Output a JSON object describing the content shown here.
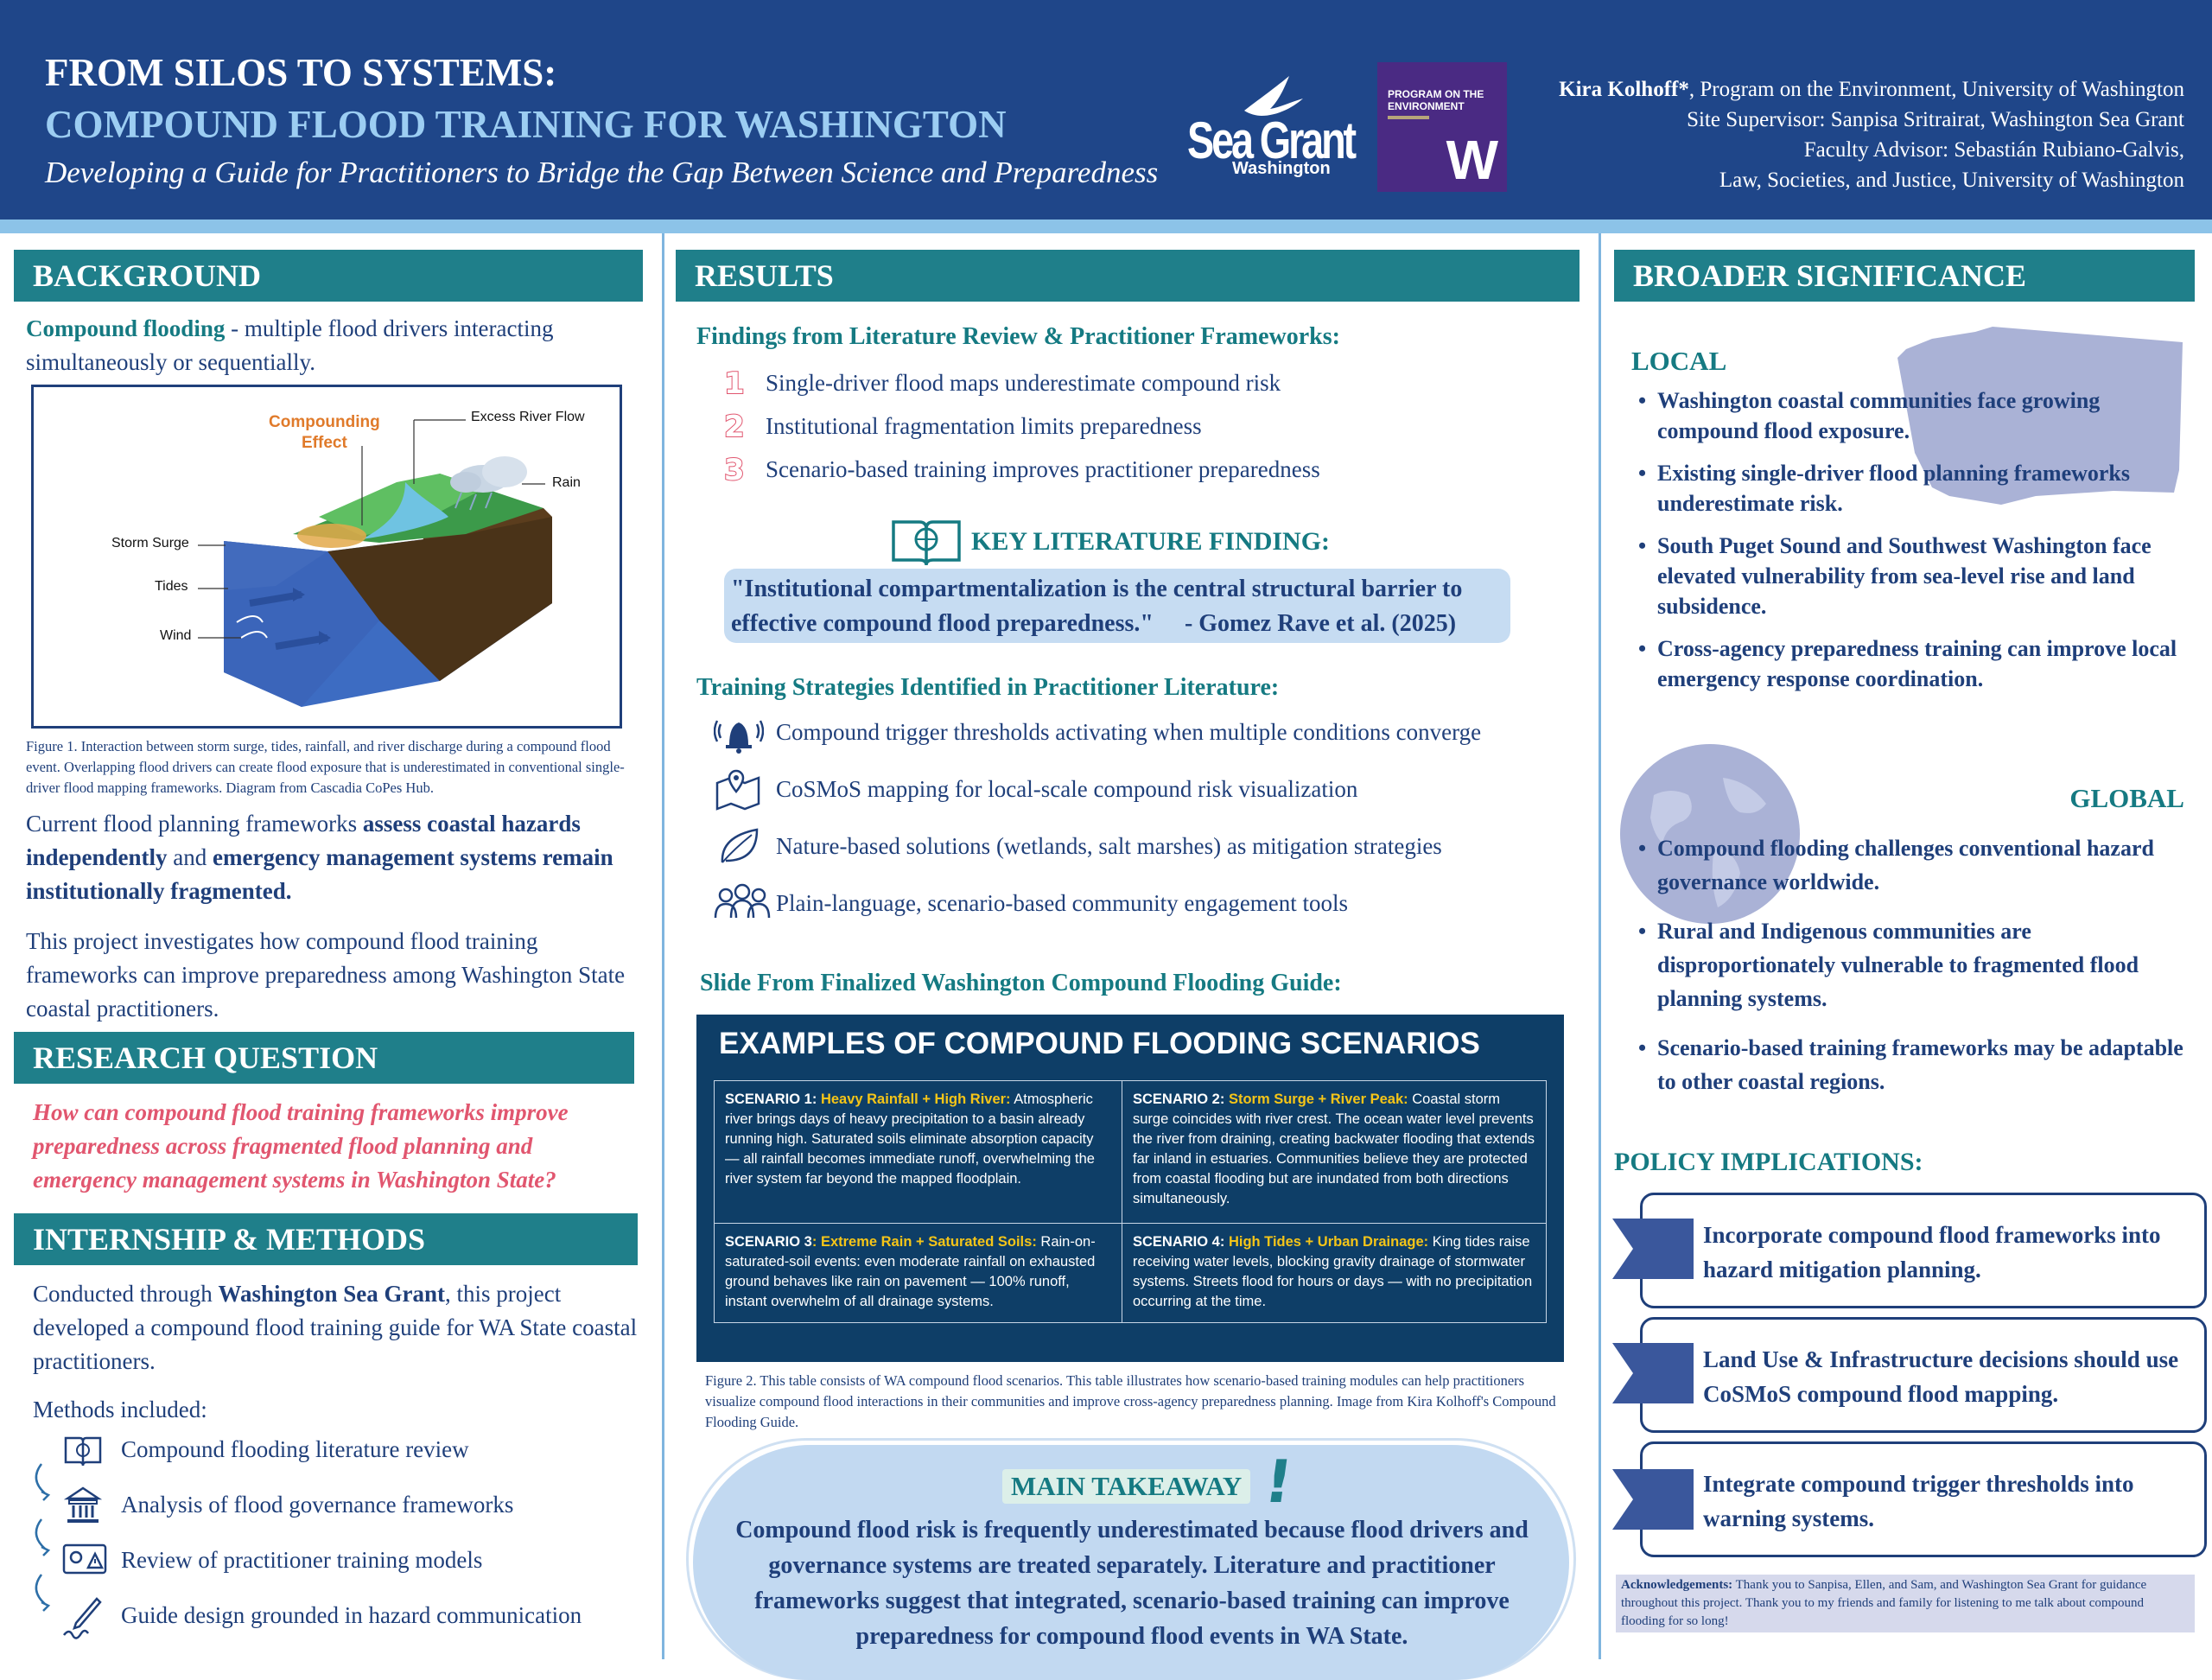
{
  "header": {
    "title_line1": "FROM SILOS TO SYSTEMS:",
    "title_line2": "COMPOUND FLOOD TRAINING FOR WASHINGTON",
    "subtitle": "Developing a Guide for Practitioners to Bridge the Gap Between Science and Preparedness",
    "author_name": "Kira Kolhoff*",
    "author_affil": ", Program on the Environment, University of Washington",
    "site_supervisor": "Site Supervisor: Sanpisa Sritrairat, Washington Sea Grant",
    "faculty_advisor": "Faculty Advisor: Sebastián Rubiano-Galvis,",
    "faculty_affil": "Law, Societies, and Justice, University of Washington",
    "seagrant_logo": "Sea Grant",
    "seagrant_sub": "Washington",
    "poe_logo": "PROGRAM ON THE ENVIRONMENT",
    "uw_logo": "W"
  },
  "background": {
    "heading": "BACKGROUND",
    "intro_bold": "Compound flooding",
    "intro_rest": " - multiple flood drivers interacting simultaneously or sequentially.",
    "diagram_labels": {
      "compounding": "Compounding",
      "effect": "Effect",
      "excess_river": "Excess River Flow",
      "rain": "Rain",
      "storm_surge": "Storm Surge",
      "tides": "Tides",
      "wind": "Wind"
    },
    "figure_caption": "Figure 1. Interaction between storm surge, tides, rainfall, and river discharge during a compound flood event. Overlapping flood drivers can create flood exposure that is underestimated in conventional single-driver flood mapping frameworks. Diagram from Cascadia CoPes Hub.",
    "para1_a": "Current flood planning frameworks ",
    "para1_b": "assess coastal hazards independently",
    "para1_c": " and ",
    "para1_d": "emergency management systems remain institutionally fragmented.",
    "para2": "This project investigates how compound flood training frameworks can improve preparedness among Washington State coastal practitioners."
  },
  "research_question": {
    "heading": "RESEARCH QUESTION",
    "text": "How can compound flood training frameworks improve preparedness across fragmented flood planning and emergency management systems in Washington State?"
  },
  "methods": {
    "heading": "INTERNSHIP & METHODS",
    "intro_a": "Conducted through ",
    "intro_b": "Washington Sea Grant",
    "intro_c": ", this project developed a compound flood training guide for WA State coastal practitioners.",
    "included": "Methods included:",
    "items": [
      "Compound flooding literature review",
      "Analysis of flood governance frameworks",
      "Review of practitioner training models",
      "Guide design grounded in hazard communication"
    ]
  },
  "results": {
    "heading": "RESULTS",
    "findings_heading": "Findings from Literature Review & Practitioner Frameworks:",
    "findings": [
      "Single-driver flood maps underestimate compound risk",
      "Institutional fragmentation limits preparedness",
      "Scenario-based training improves practitioner preparedness"
    ],
    "finding_numbers": [
      "1",
      "2",
      "3"
    ],
    "key_heading": "KEY LITERATURE FINDING:",
    "quote": "\"Institutional compartmentalization is the central structural barrier to effective compound flood preparedness.\"",
    "quote_source": "- Gomez Rave et al. (2025)",
    "strategies_heading": "Training Strategies Identified in Practitioner Literature:",
    "strategies": [
      "Compound trigger thresholds activating when multiple conditions converge",
      "CoSMoS mapping for local-scale compound risk visualization",
      "Nature-based solutions (wetlands, salt marshes) as mitigation strategies",
      "Plain-language, scenario-based community engagement tools"
    ],
    "slide_heading": "Slide From Finalized Washington Compound Flooding Guide:",
    "scenarios_title": "EXAMPLES OF COMPOUND FLOODING SCENARIOS",
    "scenarios": [
      {
        "label": "SCENARIO 1: ",
        "hl": "Heavy Rainfall + High River:",
        "text": " Atmospheric river brings days of heavy precipitation to a basin already running high. Saturated soils eliminate absorption capacity — all rainfall becomes immediate runoff, overwhelming the river system far beyond the mapped floodplain."
      },
      {
        "label": "SCENARIO 2: ",
        "hl": "Storm Surge + River Peak:",
        "text": " Coastal storm surge coincides with river crest. The ocean water level prevents the river from draining, creating backwater flooding that extends far inland in estuaries. Communities believe they are protected from coastal flooding but are inundated from both directions simultaneously."
      },
      {
        "label": "SCENARIO 3",
        "hl": ": Extreme Rain + Saturated Soils:",
        "text": " Rain-on-saturated-soil events: even moderate rainfall on exhausted ground behaves like rain on pavement — 100% runoff, instant overwhelm of all drainage systems."
      },
      {
        "label": "SCENARIO 4:  ",
        "hl": "High Tides + Urban Drainage:",
        "text": " King tides raise receiving water levels, blocking gravity drainage of stormwater systems. Streets flood for hours or days — with no precipitation occurring at the time."
      }
    ],
    "figure2_caption": "Figure 2. This table consists of WA compound flood scenarios. This table illustrates how scenario-based training modules can help practitioners visualize compound flood interactions in their communities and improve cross-agency preparedness planning. Image from Kira Kolhoff's Compound Flooding Guide.",
    "takeaway_heading": "MAIN TAKEAWAY",
    "takeaway_mark": "!",
    "takeaway_text": "Compound flood risk is frequently underestimated because flood drivers and governance systems are treated separately. Literature and practitioner frameworks suggest that integrated, scenario-based training can improve preparedness for compound flood events in WA State."
  },
  "significance": {
    "heading": "BROADER SIGNIFICANCE",
    "local_label": "LOCAL",
    "local_items": [
      "Washington coastal communities face growing compound flood exposure.",
      "Existing single-driver flood planning frameworks underestimate risk.",
      "South Puget Sound and Southwest Washington face elevated vulnerability from sea-level rise and land subsidence.",
      "Cross-agency preparedness training can improve local emergency response coordination."
    ],
    "global_label": "GLOBAL",
    "global_items": [
      "Compound flooding challenges conventional hazard governance worldwide.",
      "Rural and Indigenous communities are disproportionately vulnerable to fragmented flood planning systems.",
      "Scenario-based training frameworks may be adaptable to other coastal regions."
    ],
    "policy_heading": "POLICY IMPLICATIONS:",
    "policy_items": [
      "Incorporate compound flood frameworks into hazard mitigation planning.",
      "Land Use & Infrastructure decisions should use CoSMoS compound flood mapping.",
      "Integrate compound trigger thresholds into warning systems."
    ],
    "ack_label": "Acknowledgements:",
    "ack_text": " Thank you to Sanpisa, Ellen, and Sam, and Washington Sea Grant for guidance throughout this project. Thank you to my friends and family for listening to me talk about compound flooding for so long!"
  },
  "colors": {
    "header": "#1f4689",
    "teal": "#1f7f8a",
    "navy": "#1f3f7a",
    "accent_pink": "#e1566f"
  }
}
